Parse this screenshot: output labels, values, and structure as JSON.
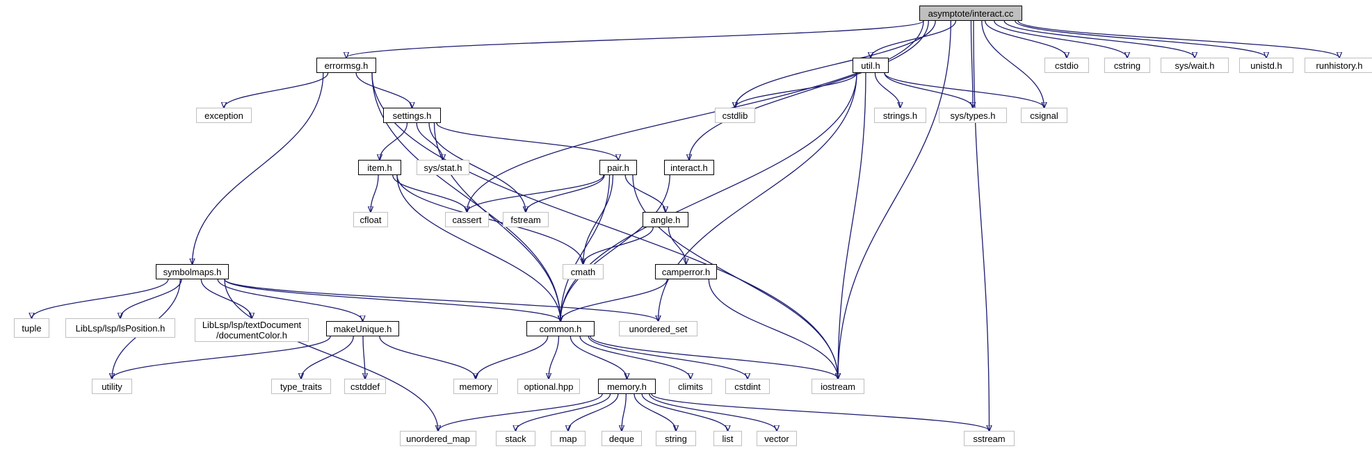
{
  "diagram": {
    "nodes": [
      {
        "id": "interact_cc",
        "label": "asymptote/interact.cc",
        "kind": "root"
      },
      {
        "id": "errormsg_h",
        "label": "errormsg.h",
        "kind": "file"
      },
      {
        "id": "util_h",
        "label": "util.h",
        "kind": "file"
      },
      {
        "id": "cstdio",
        "label": "cstdio",
        "kind": "sys"
      },
      {
        "id": "cstring",
        "label": "cstring",
        "kind": "sys"
      },
      {
        "id": "sys_wait_h",
        "label": "sys/wait.h",
        "kind": "sys"
      },
      {
        "id": "unistd_h",
        "label": "unistd.h",
        "kind": "sys"
      },
      {
        "id": "runhistory_h",
        "label": "runhistory.h",
        "kind": "sys"
      },
      {
        "id": "exception",
        "label": "exception",
        "kind": "sys"
      },
      {
        "id": "settings_h",
        "label": "settings.h",
        "kind": "file"
      },
      {
        "id": "cstdlib",
        "label": "cstdlib",
        "kind": "sys"
      },
      {
        "id": "strings_h",
        "label": "strings.h",
        "kind": "sys"
      },
      {
        "id": "sys_types_h",
        "label": "sys/types.h",
        "kind": "sys"
      },
      {
        "id": "csignal",
        "label": "csignal",
        "kind": "sys"
      },
      {
        "id": "item_h",
        "label": "item.h",
        "kind": "file"
      },
      {
        "id": "sys_stat_h",
        "label": "sys/stat.h",
        "kind": "sys"
      },
      {
        "id": "pair_h",
        "label": "pair.h",
        "kind": "file"
      },
      {
        "id": "interact_h",
        "label": "interact.h",
        "kind": "file"
      },
      {
        "id": "cfloat",
        "label": "cfloat",
        "kind": "sys"
      },
      {
        "id": "cassert",
        "label": "cassert",
        "kind": "sys"
      },
      {
        "id": "fstream",
        "label": "fstream",
        "kind": "sys"
      },
      {
        "id": "angle_h",
        "label": "angle.h",
        "kind": "file"
      },
      {
        "id": "cmath",
        "label": "cmath",
        "kind": "sys"
      },
      {
        "id": "symbolmaps_h",
        "label": "symbolmaps.h",
        "kind": "file"
      },
      {
        "id": "camperror_h",
        "label": "camperror.h",
        "kind": "file"
      },
      {
        "id": "tuple",
        "label": "tuple",
        "kind": "sys"
      },
      {
        "id": "lsposition_h",
        "label": "LibLsp/lsp/lsPosition.h",
        "kind": "sys"
      },
      {
        "id": "documentcolor_h",
        "label": "LibLsp/lsp/textDocument\n/documentColor.h",
        "kind": "sys"
      },
      {
        "id": "makeunique_h",
        "label": "makeUnique.h",
        "kind": "file"
      },
      {
        "id": "common_h",
        "label": "common.h",
        "kind": "file"
      },
      {
        "id": "unordered_set",
        "label": "unordered_set",
        "kind": "sys"
      },
      {
        "id": "utility",
        "label": "utility",
        "kind": "sys"
      },
      {
        "id": "type_traits",
        "label": "type_traits",
        "kind": "sys"
      },
      {
        "id": "cstddef",
        "label": "cstddef",
        "kind": "sys"
      },
      {
        "id": "memory",
        "label": "memory",
        "kind": "sys"
      },
      {
        "id": "optional_hpp",
        "label": "optional.hpp",
        "kind": "sys"
      },
      {
        "id": "memory_h",
        "label": "memory.h",
        "kind": "file"
      },
      {
        "id": "climits",
        "label": "climits",
        "kind": "sys"
      },
      {
        "id": "cstdint",
        "label": "cstdint",
        "kind": "sys"
      },
      {
        "id": "iostream",
        "label": "iostream",
        "kind": "sys"
      },
      {
        "id": "unordered_map",
        "label": "unordered_map",
        "kind": "sys"
      },
      {
        "id": "stack",
        "label": "stack",
        "kind": "sys"
      },
      {
        "id": "map",
        "label": "map",
        "kind": "sys"
      },
      {
        "id": "deque",
        "label": "deque",
        "kind": "sys"
      },
      {
        "id": "string",
        "label": "string",
        "kind": "sys"
      },
      {
        "id": "list",
        "label": "list",
        "kind": "sys"
      },
      {
        "id": "vector",
        "label": "vector",
        "kind": "sys"
      },
      {
        "id": "sstream",
        "label": "sstream",
        "kind": "sys"
      }
    ],
    "edges": [
      [
        "interact_cc",
        "errormsg_h"
      ],
      [
        "interact_cc",
        "util_h"
      ],
      [
        "interact_cc",
        "cstdio"
      ],
      [
        "interact_cc",
        "cstring"
      ],
      [
        "interact_cc",
        "sys_wait_h"
      ],
      [
        "interact_cc",
        "unistd_h"
      ],
      [
        "interact_cc",
        "runhistory_h"
      ],
      [
        "interact_cc",
        "cstdlib"
      ],
      [
        "interact_cc",
        "sys_types_h"
      ],
      [
        "interact_cc",
        "csignal"
      ],
      [
        "interact_cc",
        "cassert"
      ],
      [
        "interact_cc",
        "interact_h"
      ],
      [
        "interact_cc",
        "iostream"
      ],
      [
        "interact_cc",
        "sstream"
      ],
      [
        "errormsg_h",
        "exception"
      ],
      [
        "errormsg_h",
        "settings_h"
      ],
      [
        "errormsg_h",
        "symbolmaps_h"
      ],
      [
        "errormsg_h",
        "common_h"
      ],
      [
        "errormsg_h",
        "iostream"
      ],
      [
        "util_h",
        "cstdlib"
      ],
      [
        "util_h",
        "strings_h"
      ],
      [
        "util_h",
        "sys_types_h"
      ],
      [
        "util_h",
        "csignal"
      ],
      [
        "util_h",
        "common_h"
      ],
      [
        "util_h",
        "unordered_set"
      ],
      [
        "util_h",
        "iostream"
      ],
      [
        "settings_h",
        "item_h"
      ],
      [
        "settings_h",
        "sys_stat_h"
      ],
      [
        "settings_h",
        "pair_h"
      ],
      [
        "settings_h",
        "fstream"
      ],
      [
        "settings_h",
        "common_h"
      ],
      [
        "item_h",
        "cfloat"
      ],
      [
        "item_h",
        "cassert"
      ],
      [
        "item_h",
        "cmath"
      ],
      [
        "item_h",
        "common_h"
      ],
      [
        "pair_h",
        "cassert"
      ],
      [
        "pair_h",
        "fstream"
      ],
      [
        "pair_h",
        "angle_h"
      ],
      [
        "pair_h",
        "cmath"
      ],
      [
        "pair_h",
        "common_h"
      ],
      [
        "pair_h",
        "iostream"
      ],
      [
        "interact_h",
        "common_h"
      ],
      [
        "angle_h",
        "cmath"
      ],
      [
        "angle_h",
        "camperror_h"
      ],
      [
        "camperror_h",
        "common_h"
      ],
      [
        "camperror_h",
        "iostream"
      ],
      [
        "symbolmaps_h",
        "tuple"
      ],
      [
        "symbolmaps_h",
        "lsposition_h"
      ],
      [
        "symbolmaps_h",
        "documentcolor_h"
      ],
      [
        "symbolmaps_h",
        "makeunique_h"
      ],
      [
        "symbolmaps_h",
        "common_h"
      ],
      [
        "symbolmaps_h",
        "unordered_set"
      ],
      [
        "symbolmaps_h",
        "utility"
      ],
      [
        "symbolmaps_h",
        "unordered_map"
      ],
      [
        "makeunique_h",
        "utility"
      ],
      [
        "makeunique_h",
        "type_traits"
      ],
      [
        "makeunique_h",
        "cstddef"
      ],
      [
        "makeunique_h",
        "memory"
      ],
      [
        "common_h",
        "memory"
      ],
      [
        "common_h",
        "optional_hpp"
      ],
      [
        "common_h",
        "memory_h"
      ],
      [
        "common_h",
        "climits"
      ],
      [
        "common_h",
        "cstdint"
      ],
      [
        "common_h",
        "iostream"
      ],
      [
        "memory_h",
        "unordered_map"
      ],
      [
        "memory_h",
        "stack"
      ],
      [
        "memory_h",
        "map"
      ],
      [
        "memory_h",
        "deque"
      ],
      [
        "memory_h",
        "string"
      ],
      [
        "memory_h",
        "list"
      ],
      [
        "memory_h",
        "vector"
      ],
      [
        "memory_h",
        "sstream"
      ]
    ]
  },
  "colors": {
    "edge": "#191970",
    "root_fill": "#bfbfbf",
    "file_border": "#000000",
    "sys_border": "#bfbfbf"
  }
}
